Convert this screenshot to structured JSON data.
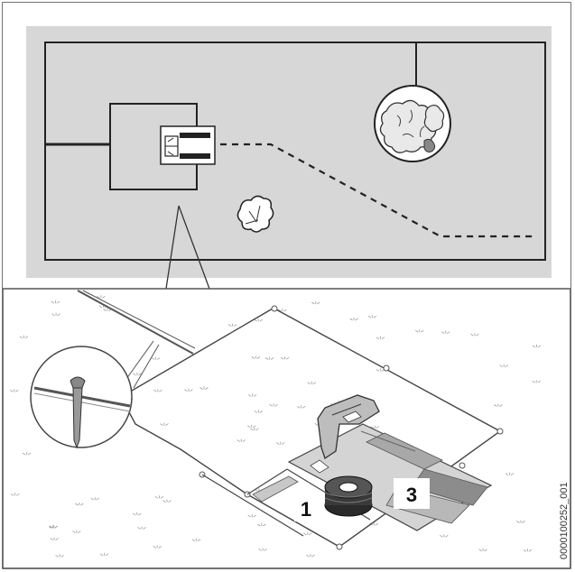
{
  "callouts": {
    "one": "1",
    "three": "3"
  },
  "figure_id": "0000100252_001",
  "colors": {
    "lawn_plan_fill": "#d7d7d7",
    "frame_fill": "#ffffff",
    "line": "#333333",
    "grass_dot": "#9a9a9a",
    "station_fill": "#cfcfcf"
  },
  "icons": {
    "charging_station": "charging-station-icon",
    "flower_bed": "flower-bed-icon",
    "bush": "bush-icon",
    "peg": "peg-icon",
    "wire_spool": "wire-spool-icon"
  }
}
